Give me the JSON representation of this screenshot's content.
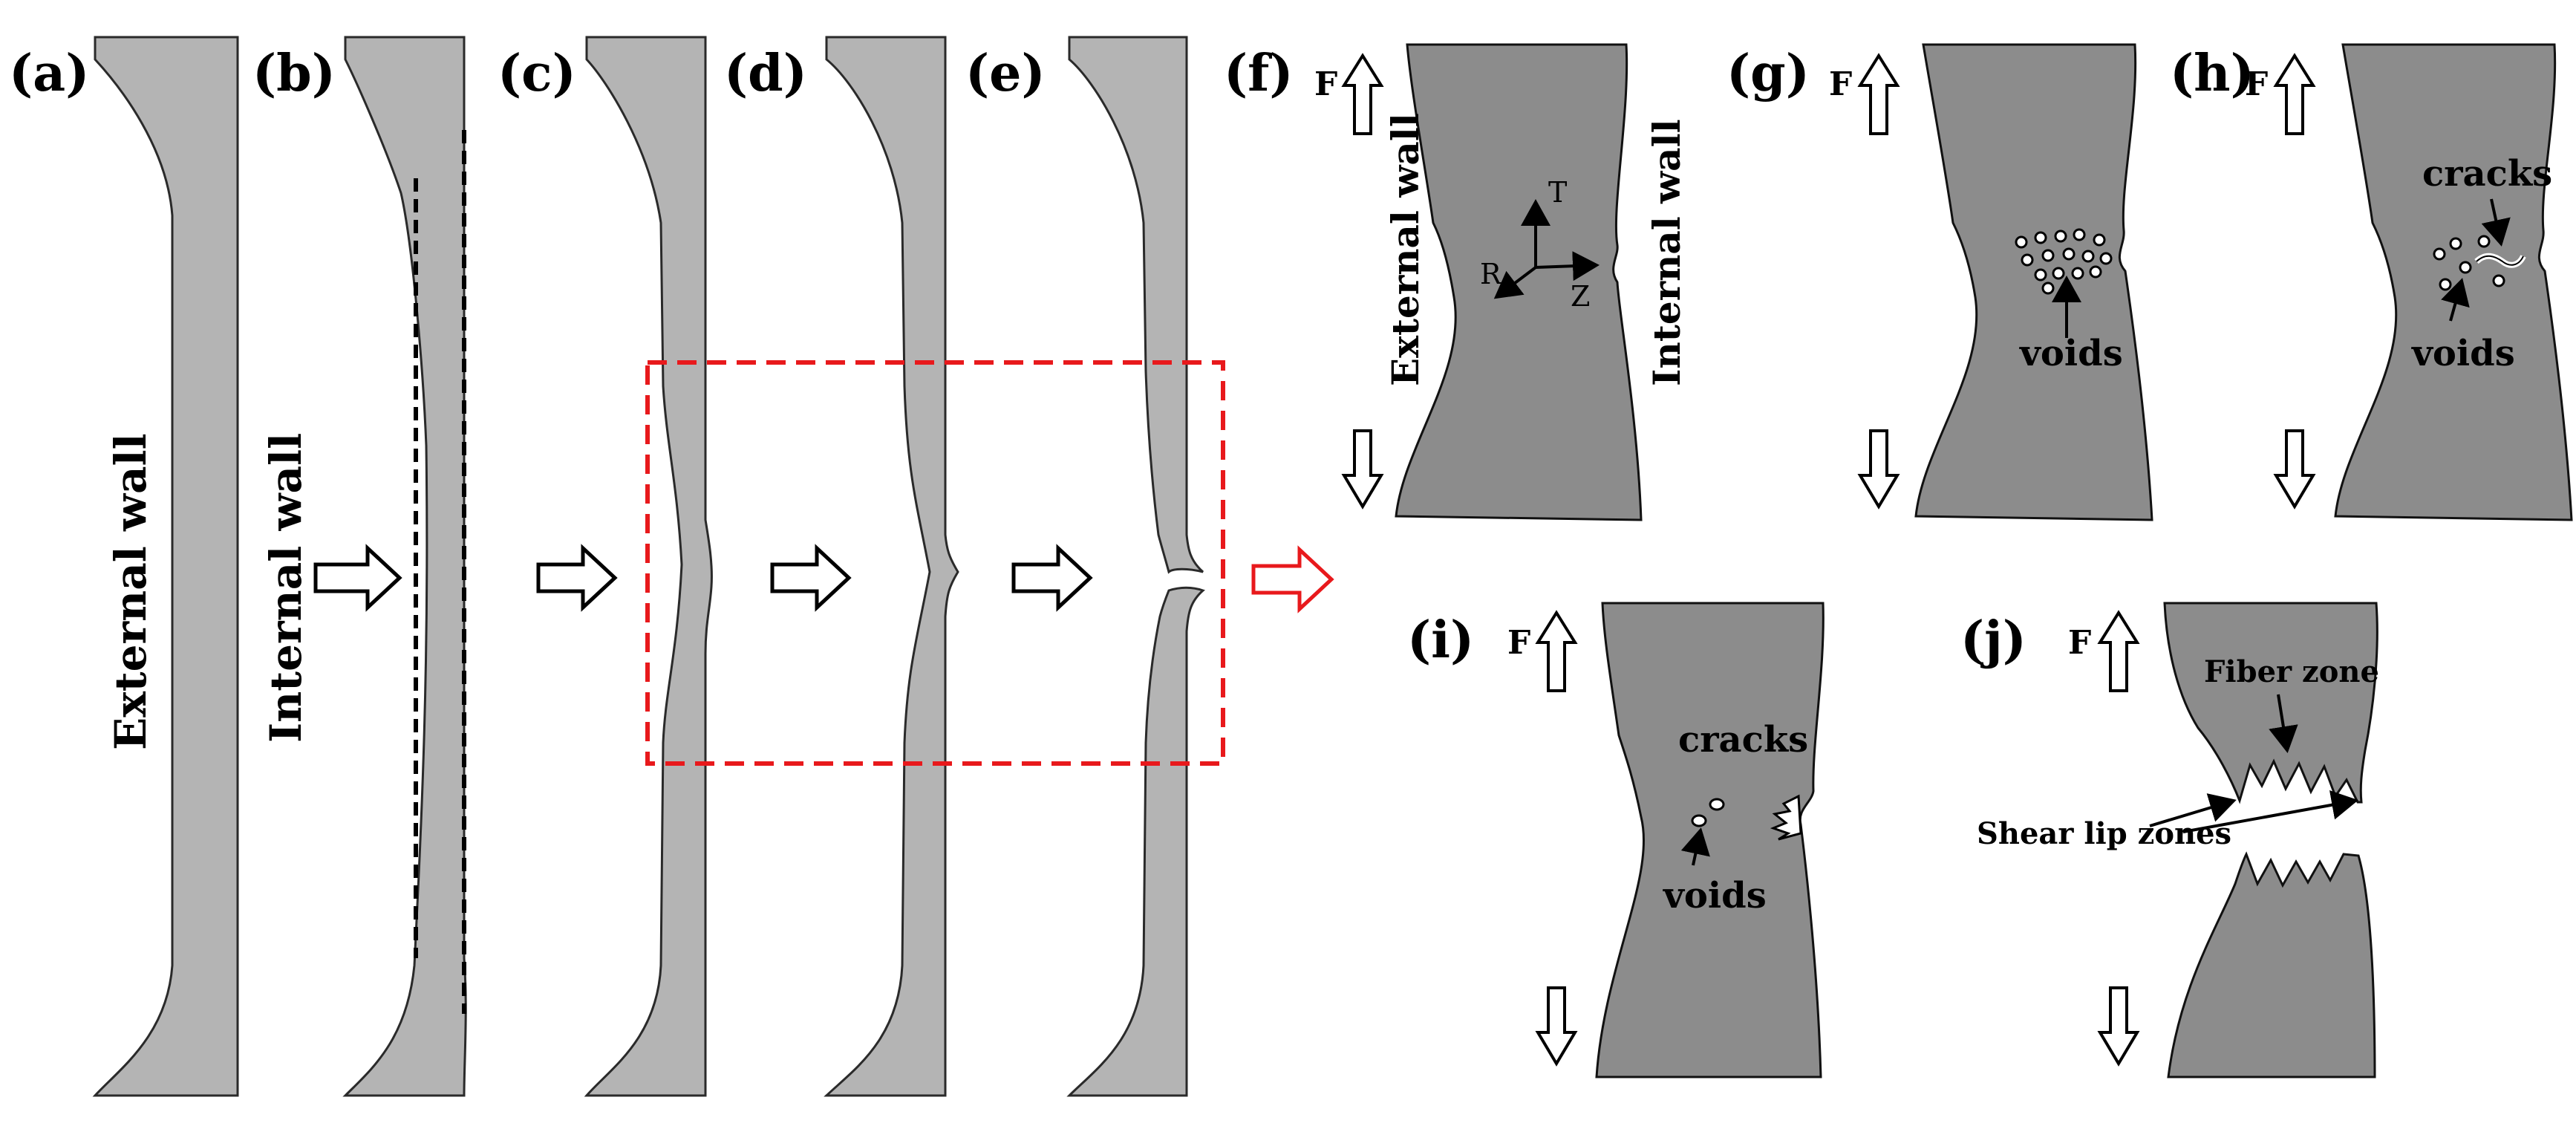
{
  "panel_labels": {
    "a": "(a)",
    "b": "(b)",
    "c": "(c)",
    "d": "(d)",
    "e": "(e)",
    "f": "(f)",
    "g": "(g)",
    "h": "(h)",
    "i": "(i)",
    "j": "(j)"
  },
  "walls": {
    "external": "External wall",
    "internal": "Internal wall"
  },
  "force_label": "F",
  "axes": {
    "t": "T",
    "r": "R",
    "z": "Z"
  },
  "annotations": {
    "voids": "voids",
    "cracks": "cracks",
    "fiber_zone": "Fiber zone",
    "shear_lip_zones": "Shear lip zones"
  },
  "colors": {
    "tube_light": "#b4b4b4",
    "tube_dark": "#8c8c8c",
    "outline": "#2a2a2a",
    "highlight": "#e8191c"
  }
}
